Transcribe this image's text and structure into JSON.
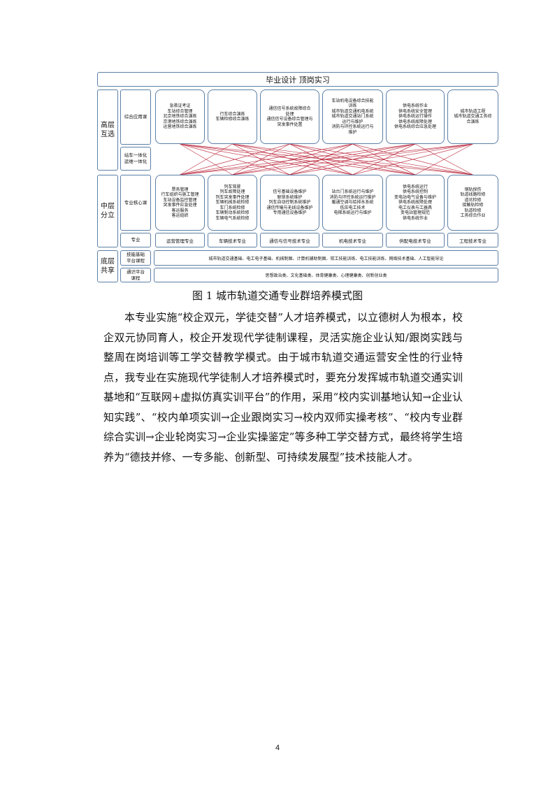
{
  "diagram": {
    "top_banner": "毕业设计  顶岗实习",
    "layers": {
      "high": "高层\n互选",
      "mid": "中层\n分立",
      "base": "底层\n共享"
    },
    "labels": {
      "comprehensive": "综合应用课",
      "integration": "站车一体化\n运维一体化",
      "core": "专业核心课",
      "major": "专业",
      "tech_platform": "技能基础\n平台课程",
      "general_platform": "通识平台\n课程"
    },
    "high_boxes": [
      "急救证考证\n车站综合管理\n北京地铁综合演练\n京港地铁综合演练\n运营地铁综合演练",
      "行车综合演练\n车辆检修综合演练",
      "通信信号系统故障综合\n处理\n通信信号设备综合管理与\n突发事件处置",
      "车站机电设备综合技能\n训练\n城市轨道交通机电系统\n城市轨道交通站门系统\n运行与维护\n消防与环控系统运行与\n维护",
      "供电系统作业\n供电系统安全管理\n供电系统运行操作\n供电系统故障处理\n供电系统综合应急处理",
      "城市轨道工程\n城市轨道交通工务综\n合演练"
    ],
    "core_boxes": [
      "票务管理\n行车组织与施工管理\n车站设备监控管理\n突发事件应急处理\n客运服务\n客运组织",
      "列车驾驶\n列车故障处理\n列车突发事件处理\n车辆机械系统检修\n车门系统检修\n车辆制动系统检修\n车辆电气系统检修",
      "信号基础设备维护\n联锁系统维护\n列车自动控制系统维护\n通信传输与无线设备维护\n专用通信设备维护",
      "站台门系统运行与维护\n消防与环控系统运行维护\n暖通空调与给排水系统\n低压电工技术\n电梯系统运行与维护",
      "供电系统运行\n供电系统控制\n变电站电气设备与维护\n供电系统故障处理\n电工仪表与工器具\n变电站管理规范\n供电系统作业",
      "钢轨探伤\n轨道线路检修\n道岔检修\n接触轨检修\n轨道检修\n工务综合作业"
    ],
    "majors": [
      "运营管理专业",
      "车辆技术专业",
      "通信与信号技术专业",
      "机电技术专业",
      "供配电技术专业",
      "工程技术专业"
    ],
    "tech_platform_text": "城市轨道交通基础、电工电子基础、机械制图、计算机辅助制图、钳工技能训练、电工技能训练、网络技术基础、人工智能导论",
    "general_platform_text": "思想政治类、文化基础类、体育健康类、心理健康类、创新创业类",
    "colors": {
      "box_border": "#5b7fa6",
      "link_line": "#c0394b"
    }
  },
  "caption": "图 1 城市轨道交通专业群培养模式图",
  "paragraph": "本专业实施“校企双元，学徒交替”人才培养模式，以立德树人为根本，校企双元协同育人，校企开发现代学徒制课程，灵活实施企业认知/跟岗实践与整周在岗培训等工学交替教学模式。由于城市轨道交通运营安全性的行业特点，我专业在实施现代学徒制人才培养模式时，要充分发挥城市轨道交通实训基地和“互联网+虚拟仿真实训平台”的作用，采用“校内实训基地认知→企业认知实践”、“校内单项实训→企业跟岗实习→校内双师实操考核”、“校内专业群综合实训→企业轮岗实习→企业实操鉴定”等多种工学交替方式，最终将学生培养为“德技并修、一专多能、创新型、可持续发展型”技术技能人才。",
  "page_number": "4"
}
